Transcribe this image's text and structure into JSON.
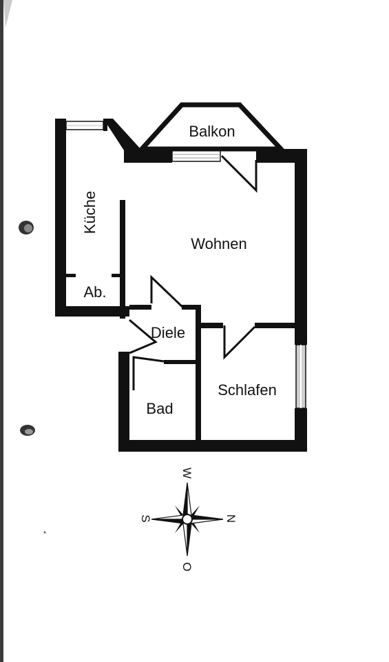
{
  "floorplan": {
    "rooms": {
      "balkon": "Balkon",
      "kueche": "Küche",
      "wohnen": "Wohnen",
      "abstellraum": "Ab.",
      "diele": "Diele",
      "schlafen": "Schlafen",
      "bad": "Bad"
    }
  },
  "compass": {
    "west": "W",
    "east": "O",
    "north": "N",
    "south": "S"
  },
  "colors": {
    "wall": "#111111",
    "paper": "#ffffff",
    "window": "#cfcfcf",
    "binder_hole": "#333333"
  }
}
